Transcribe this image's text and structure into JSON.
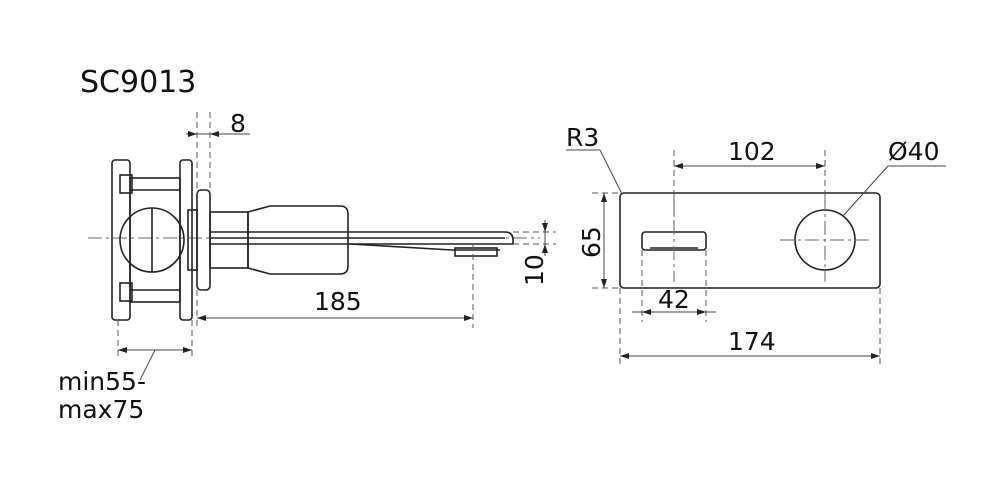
{
  "model": "SC9013",
  "dimensions": {
    "flange_thickness": "8",
    "wall_depth_line1": "min55-",
    "wall_depth_line2": "max75",
    "spout_length": "185",
    "spout_height": "10",
    "corner_radius": "R3",
    "outlet_spacing": "102",
    "outlet_diameter": "Ø40",
    "plate_height": "65",
    "handle_width": "42",
    "plate_width": "174"
  },
  "colors": {
    "line": "#222222",
    "background": "#ffffff"
  }
}
